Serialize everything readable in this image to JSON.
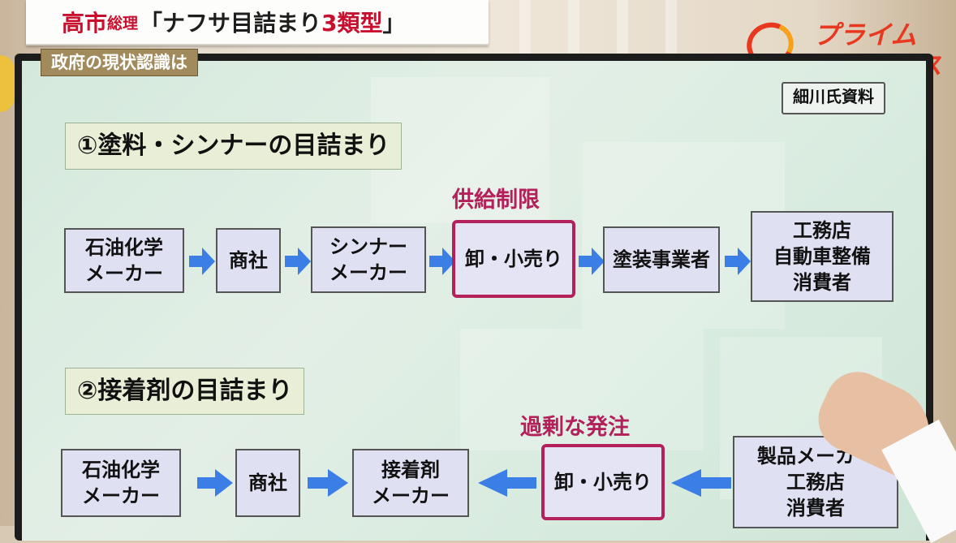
{
  "headline": {
    "name": "高市",
    "role": "総理",
    "text": "「ナフサ目詰まり",
    "count": "3類型",
    "close": "」"
  },
  "subtitle": "政府の現状認識は",
  "logo": {
    "line1": "プライム",
    "line2": "ニュース"
  },
  "source_label": "細川氏資料",
  "section1": {
    "title": "①塗料・シンナーの目詰まり",
    "callout": "供給制限",
    "nodes": [
      "石油化学\nメーカー",
      "商社",
      "シンナー\nメーカー",
      "卸・小売り",
      "塗装事業者",
      "工務店\n自動車整備\n消費者"
    ]
  },
  "section2": {
    "title": "②接着剤の目詰まり",
    "callout": "過剰な発注",
    "nodes": [
      "石油化学\nメーカー",
      "商社",
      "接着剤\nメーカー",
      "卸・小売り",
      "製品メーカー\n工務店\n消費者"
    ]
  },
  "colors": {
    "highlight": "#b3205a",
    "arrow": "#3a7ee6",
    "accent_red": "#c8102e"
  },
  "icons": {
    "flow_arrow": "arrow-right-icon / arrow-left-icon"
  }
}
